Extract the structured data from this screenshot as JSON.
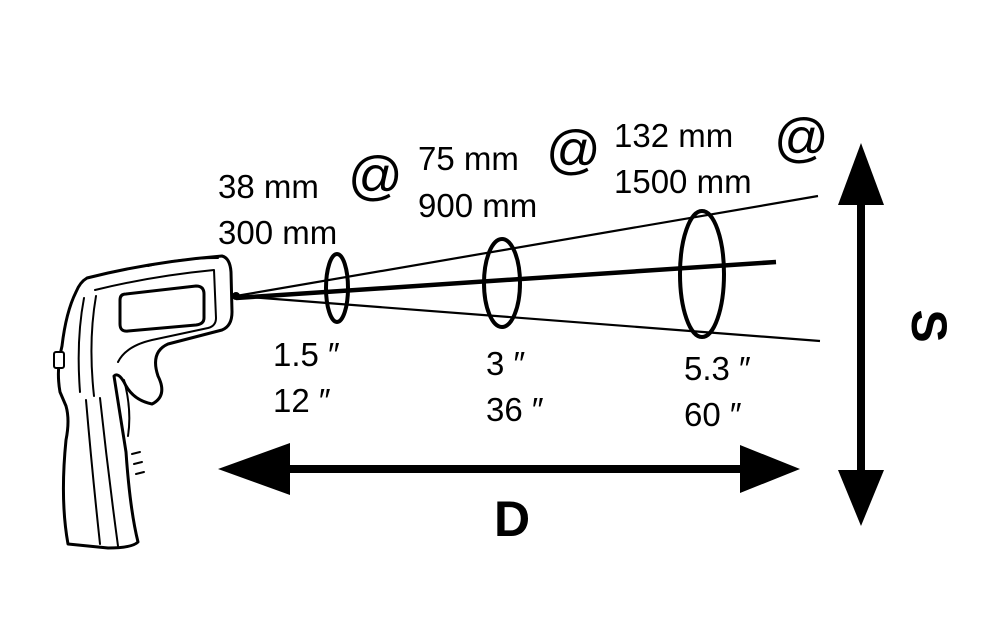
{
  "colors": {
    "ink": "#000000",
    "background": "#ffffff"
  },
  "spots": [
    {
      "spot_size_mm": "38 mm",
      "at_symbol": "@",
      "distance_mm": "300 mm",
      "spot_size_in": "1.5 ″",
      "distance_in": "12 ″"
    },
    {
      "spot_size_mm": "75 mm",
      "at_symbol": "@",
      "distance_mm": "900 mm",
      "spot_size_in": "3 ″",
      "distance_in": "36 ″"
    },
    {
      "spot_size_mm": "132 mm",
      "at_symbol": "@",
      "distance_mm": "1500 mm",
      "spot_size_in": "5.3 ″",
      "distance_in": "60 ″"
    }
  ],
  "labels": {
    "distance": "D",
    "spot": "S"
  },
  "icons": {
    "device": "infrared-thermometer-icon",
    "distance_arrow": "double-arrow-horizontal-icon",
    "spot_arrow": "double-arrow-vertical-icon"
  }
}
